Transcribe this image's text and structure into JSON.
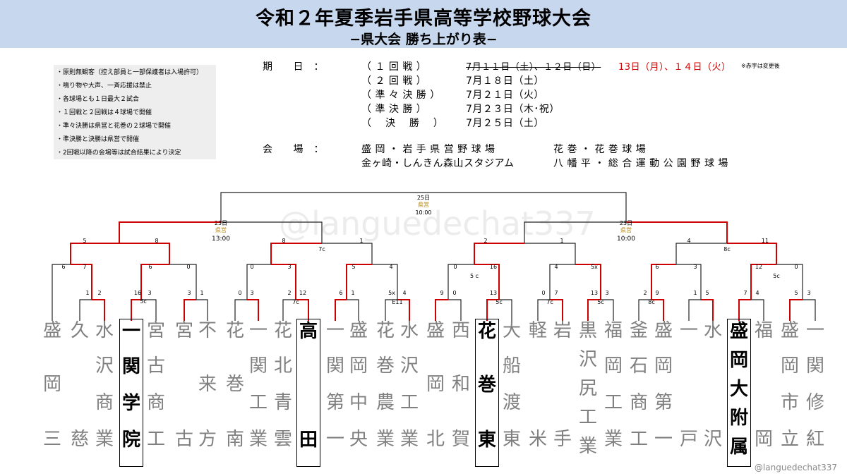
{
  "header": {
    "title": "令和２年夏季岩手県高等学校野球大会",
    "subtitle": "−県大会 勝ち上がり表−"
  },
  "notes": [
    "・原則無観客（控え部員と一部保護者は入場許可）",
    "・鳴り物や大声、一斉応援は禁止",
    "・各球場とも１日最大２試合",
    "・１回戦と２回戦は４球場で開催",
    "・準々決勝は県営と花巻の２球場で開催",
    "・準決勝と決勝は県営で開催",
    "・2回戦以降の会場等は試合結果により決定"
  ],
  "schedule": {
    "label_dates": "期　　日　：",
    "r1_label": "（ １ 回 戦 ）",
    "r1_original": "7月１１日（土）、１２日（日）",
    "r1_changed": "13日（月）、１４日（火）",
    "change_note": "※赤字は変更後",
    "r2_label": "（ ２ 回 戦 ）",
    "r2_date": "7月１８日（土）",
    "qf_label": "（ 準 々 決 勝 ）",
    "qf_date": "7月２１日（火）",
    "sf_label": "（ 準 決 勝 ）",
    "sf_date": "7月２３日（木･祝）",
    "f_label": "（　 決　 勝 　）",
    "f_date": "7月２５日（土）",
    "label_venue": "会　　場　：",
    "venue1": "盛 岡 ・ 岩 手 県 営 野 球 場",
    "venue2": "花 巻 ・ 花 巻 球 場",
    "venue3": "金ヶ崎・しんきん森山スタジアム",
    "venue4": "八 幡 平 ・ 総 合 運 動 公 園 野 球 場"
  },
  "final_info": {
    "day": "25日",
    "venue": "県営",
    "time": "10:00"
  },
  "semi_left_info": {
    "day": "23日",
    "venue": "県営",
    "time": "13:00"
  },
  "semi_right_info": {
    "day": "23日",
    "venue": "県営",
    "time": "10:00"
  },
  "scores": {
    "sf_left": [
      "5",
      "8"
    ],
    "sf_mid": [
      "8",
      "7c",
      "1"
    ],
    "sf_right1": [
      "2",
      "1"
    ],
    "sf_right2": [
      "4",
      "8c",
      "11"
    ],
    "qf": [
      "6",
      "7",
      "6",
      "0",
      "0",
      "3",
      "5",
      "4",
      "0",
      "5 c",
      "16",
      "4",
      "5x",
      "6",
      "3",
      "12",
      "5c",
      "0"
    ],
    "r2": [
      "1",
      "2",
      "16",
      "3",
      "5c",
      "3",
      "1",
      "0",
      "3",
      "2",
      "12",
      "7c",
      "6",
      "1",
      "5x",
      "4",
      "E11",
      "9",
      "0",
      "13",
      "5c",
      "0",
      "7",
      "7c",
      "13",
      "3",
      "5c",
      "2",
      "9",
      "8c",
      "1",
      "5",
      "7",
      "4",
      "5",
      "3"
    ]
  },
  "teams": [
    {
      "name": "盛岡三",
      "winner": false
    },
    {
      "name": "久慈",
      "winner": false
    },
    {
      "name": "水沢商業",
      "winner": false
    },
    {
      "name": "一関学院",
      "winner": true
    },
    {
      "name": "宮古商工",
      "winner": false
    },
    {
      "name": "宮古",
      "winner": false
    },
    {
      "name": "不来方",
      "winner": false
    },
    {
      "name": "花巻南",
      "winner": false
    },
    {
      "name": "一関工業",
      "winner": false
    },
    {
      "name": "花北青雲",
      "winner": false
    },
    {
      "name": "高田",
      "winner": true
    },
    {
      "name": "一関第一",
      "winner": false
    },
    {
      "name": "盛岡中央",
      "winner": false
    },
    {
      "name": "花巻農業",
      "winner": false
    },
    {
      "name": "水沢工業",
      "winner": false
    },
    {
      "name": "盛岡北",
      "winner": false
    },
    {
      "name": "西和賀",
      "winner": false
    },
    {
      "name": "花巻東",
      "winner": true
    },
    {
      "name": "大船渡東",
      "winner": false
    },
    {
      "name": "軽米",
      "winner": false
    },
    {
      "name": "岩手",
      "winner": false
    },
    {
      "name": "黒沢尻工業",
      "winner": false
    },
    {
      "name": "福岡工業",
      "winner": false
    },
    {
      "name": "釜石商工",
      "winner": false
    },
    {
      "name": "盛岡第一",
      "winner": false
    },
    {
      "name": "一戸",
      "winner": false
    },
    {
      "name": "水沢",
      "winner": false
    },
    {
      "name": "盛岡大附属",
      "winner": true
    },
    {
      "name": "福岡",
      "winner": false
    },
    {
      "name": "盛岡市立",
      "winner": false
    },
    {
      "name": "一関修紅",
      "winner": false
    }
  ],
  "watermark": "@languedechat337",
  "credit": "@languedechat337",
  "colors": {
    "banner": "#c7d7ee",
    "winner_line": "#cc0000",
    "loser_line": "#222222",
    "note_box": "#eeeeee",
    "team_grey": "#808080",
    "venue_gold": "#b8860b"
  }
}
